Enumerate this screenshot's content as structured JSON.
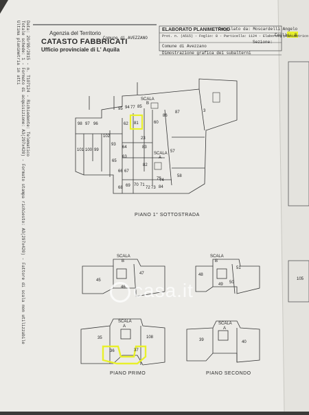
{
  "header": {
    "agency": "Agenzia del Territorio",
    "catasto": "CATASTO FABBRICATI",
    "office_prefix": "Ufficio provinciale di",
    "office_city": "L' Aquila",
    "line1": "Data: 20/09/2015 - n. T107124 - Richiedente: Telematico",
    "line2": "Totale schede: 1 - Formato di acquisizione: A3(297x420) - Formato stampa richiesto: A3(297x420) - Fattore di scala non utilizzabile",
    "line3": "Ultima planimetria in atti",
    "comune_label": "Comune di AVEZZANO",
    "elab_title": "ELABORATO PLANIMETRICO",
    "compilato": "Compilato da: Moscardelli Angelo",
    "protocollo": "Prot. n. (A515) - Foglio: 8 - Particella: 1124 - Elaborato planimetrico",
    "comune_row": "Comune di Avezzano",
    "sezione": "Sezione:",
    "foglio": "Foglio: 8",
    "dimostrazione": "Dimostrazione grafica dei subalterni"
  },
  "floors": {
    "sottostrada": "PIANO 1° SOTTOSTRADA",
    "primo": "PIANO PRIMO",
    "secondo": "PIANO SECONDO"
  },
  "stairs": {
    "scala": "SCALA",
    "a": "A",
    "b": "B"
  },
  "units_basement": [
    "95",
    "94",
    "77",
    "85",
    "98",
    "97",
    "96",
    "62",
    "81",
    "60",
    "86",
    "87",
    "3",
    "102",
    "93",
    "101",
    "100",
    "99",
    "64",
    "63",
    "23",
    "57",
    "83",
    "82",
    "65",
    "66",
    "67",
    "68",
    "69",
    "70",
    "71",
    "72",
    "73",
    "74",
    "75",
    "84",
    "58"
  ],
  "units_upper": [
    "45",
    "47",
    "46",
    "48",
    "51",
    "49",
    "50",
    "105",
    "35",
    "108",
    "36",
    "37",
    "39",
    "40"
  ],
  "watermark": "casa.it",
  "colors": {
    "highlight": "#e8f02a",
    "paper": "#ecebe7",
    "ink": "#2a2a2a"
  }
}
